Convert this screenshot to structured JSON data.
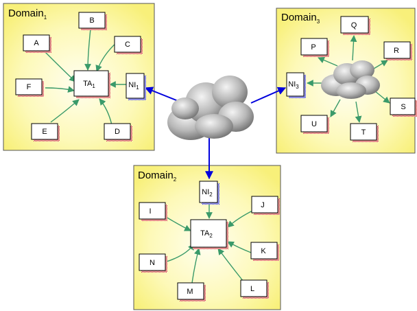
{
  "domains": [
    {
      "id": "d1",
      "title": "Domain",
      "sub": "1"
    },
    {
      "id": "d2",
      "title": "Domain",
      "sub": "2"
    },
    {
      "id": "d3",
      "title": "Domain",
      "sub": "3"
    }
  ],
  "nodes": [
    {
      "id": "A",
      "label": "A"
    },
    {
      "id": "B",
      "label": "B"
    },
    {
      "id": "C",
      "label": "C"
    },
    {
      "id": "D",
      "label": "D"
    },
    {
      "id": "E",
      "label": "E"
    },
    {
      "id": "F",
      "label": "F"
    },
    {
      "id": "TA1",
      "label": "TA",
      "sub": "1"
    },
    {
      "id": "NI1",
      "label": "NI",
      "sub": "1"
    },
    {
      "id": "NI2",
      "label": "NI",
      "sub": "2"
    },
    {
      "id": "TA2",
      "label": "TA",
      "sub": "2"
    },
    {
      "id": "I",
      "label": "I"
    },
    {
      "id": "J",
      "label": "J"
    },
    {
      "id": "K",
      "label": "K"
    },
    {
      "id": "L",
      "label": "L"
    },
    {
      "id": "M",
      "label": "M"
    },
    {
      "id": "N",
      "label": "N"
    },
    {
      "id": "NI3",
      "label": "NI",
      "sub": "3"
    },
    {
      "id": "P",
      "label": "P"
    },
    {
      "id": "Q",
      "label": "Q"
    },
    {
      "id": "R",
      "label": "R"
    },
    {
      "id": "S",
      "label": "S"
    },
    {
      "id": "T",
      "label": "T"
    },
    {
      "id": "U",
      "label": "U"
    }
  ],
  "edges": [
    {
      "from": "A",
      "to": "TA1"
    },
    {
      "from": "B",
      "to": "TA1"
    },
    {
      "from": "C",
      "to": "TA1"
    },
    {
      "from": "F",
      "to": "TA1"
    },
    {
      "from": "E",
      "to": "TA1"
    },
    {
      "from": "D",
      "to": "TA1"
    },
    {
      "from": "NI1",
      "to": "TA1"
    },
    {
      "from": "NI2",
      "to": "TA2"
    },
    {
      "from": "I",
      "to": "TA2"
    },
    {
      "from": "J",
      "to": "TA2"
    },
    {
      "from": "N",
      "to": "TA2"
    },
    {
      "from": "M",
      "to": "TA2"
    },
    {
      "from": "K",
      "to": "TA2"
    },
    {
      "from": "L",
      "to": "TA2"
    },
    {
      "from": "cloud3",
      "to": "NI3"
    },
    {
      "from": "cloud3",
      "to": "P"
    },
    {
      "from": "cloud3",
      "to": "Q"
    },
    {
      "from": "cloud3",
      "to": "R"
    },
    {
      "from": "cloud3",
      "to": "S"
    },
    {
      "from": "cloud3",
      "to": "T"
    },
    {
      "from": "cloud3",
      "to": "U"
    },
    {
      "from": "cloud-main",
      "to": "NI1"
    },
    {
      "from": "cloud-main",
      "to": "NI3"
    },
    {
      "from": "cloud-main",
      "to": "NI2"
    }
  ],
  "colors": {
    "domain_fill": "#fdf8a8",
    "domain_center": "#fffde0",
    "domain_border": "#555555",
    "arrow_green": "#3a9a6a",
    "arrow_blue": "#0000dd",
    "box_shadow_red": "#cc2020",
    "box_shadow_blue": "#2020cc"
  }
}
